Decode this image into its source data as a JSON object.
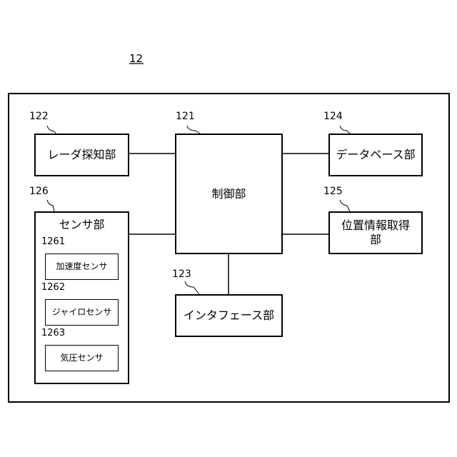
{
  "figure": {
    "ref": "12"
  },
  "blocks": {
    "control": {
      "ref": "121",
      "label": "制御部"
    },
    "radar": {
      "ref": "122",
      "label": "レーダ探知部"
    },
    "interface": {
      "ref": "123",
      "label": "インタフェース部"
    },
    "database": {
      "ref": "124",
      "label": "データベース部"
    },
    "position": {
      "ref": "125",
      "label_line1": "位置情報取得",
      "label_line2": "部"
    },
    "sensor": {
      "ref": "126",
      "label": "センサ部",
      "items": [
        {
          "ref": "1261",
          "label": "加速度センサ"
        },
        {
          "ref": "1262",
          "label": "ジャイロセンサ"
        },
        {
          "ref": "1263",
          "label": "気圧センサ"
        }
      ]
    }
  }
}
